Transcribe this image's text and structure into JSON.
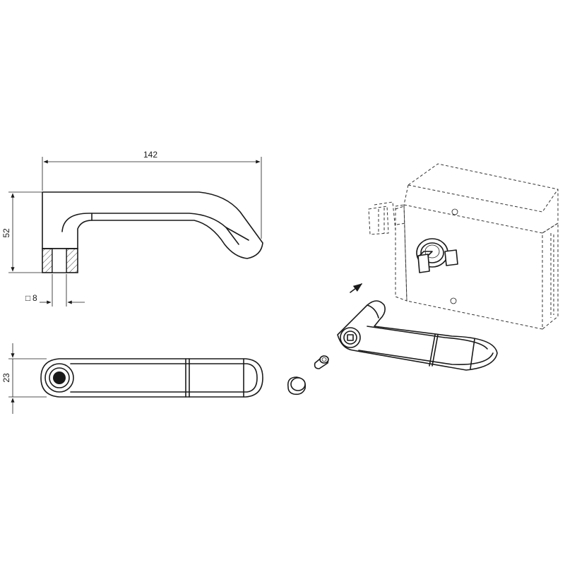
{
  "dimensions": {
    "length": "142",
    "height": "52",
    "square_spindle": "8",
    "square_symbol": "□",
    "width": "23"
  },
  "colors": {
    "line": "#1a1a1a",
    "background": "#ffffff"
  }
}
